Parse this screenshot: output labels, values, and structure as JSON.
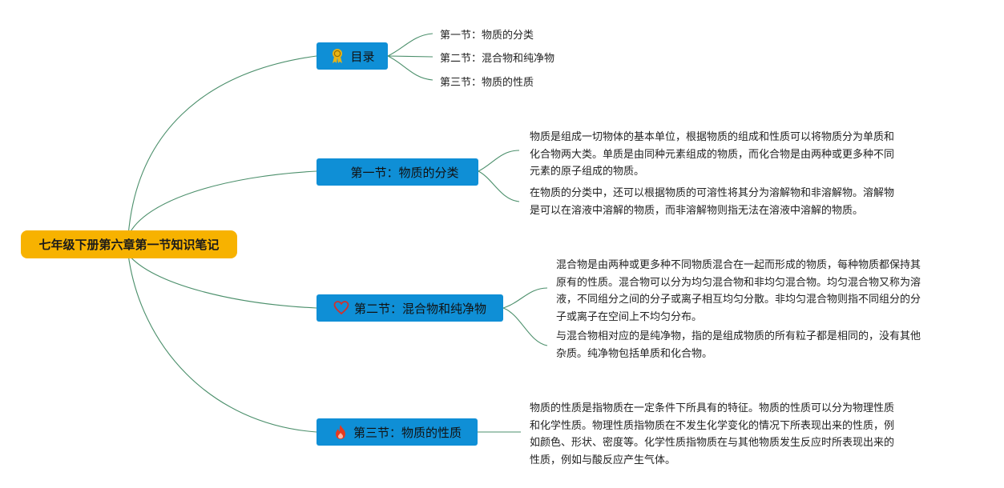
{
  "root": {
    "label": "七年级下册第六章第一节知识笔记"
  },
  "topics": [
    {
      "label": "目录",
      "icon": "ribbon-award-icon",
      "children": [
        "第一节：物质的分类",
        "第二节：混合物和纯净物",
        "第三节：物质的性质"
      ]
    },
    {
      "label": "第一节：物质的分类",
      "icon": "",
      "paragraphs": [
        [
          "物质是组成一切物体的基本单位，根据物质的组成和性质可以将物质分为单质和",
          "化合物两大类。单质是由同种元素组成的物质，而化合物是由两种或更多种不同",
          "元素的原子组成的物质。"
        ],
        [
          "在物质的分类中，还可以根据物质的可溶性将其分为溶解物和非溶解物。溶解物",
          "是可以在溶液中溶解的物质，而非溶解物则指无法在溶液中溶解的物质。"
        ]
      ]
    },
    {
      "label": "第二节：混合物和纯净物",
      "icon": "heart-icon",
      "paragraphs": [
        [
          "混合物是由两种或更多种不同物质混合在一起而形成的物质，每种物质都保持其",
          "原有的性质。混合物可以分为均匀混合物和非均匀混合物。均匀混合物又称为溶",
          "液，不同组分之间的分子或离子相互均匀分散。非均匀混合物则指不同组分的分",
          "子或离子在空间上不均匀分布。"
        ],
        [
          "与混合物相对应的是纯净物，指的是组成物质的所有粒子都是相同的，没有其他",
          "杂质。纯净物包括单质和化合物。"
        ]
      ]
    },
    {
      "label": "第三节：物质的性质",
      "icon": "fire-icon",
      "paragraphs": [
        [
          "物质的性质是指物质在一定条件下所具有的特征。物质的性质可以分为物理性质",
          "和化学性质。物理性质指物质在不发生化学变化的情况下所表现出来的性质，例",
          "如颜色、形状、密度等。化学性质指物质在与其他物质发生反应时所表现出来的",
          "性质，例如与酸反应产生气体。"
        ]
      ]
    }
  ],
  "colors": {
    "root": "#f7b200",
    "topic": "#0f8fd6",
    "link": "#4b8f6b",
    "heart": "#d0312d",
    "fire": "#e53a1e",
    "ribbon": "#e7b416"
  }
}
